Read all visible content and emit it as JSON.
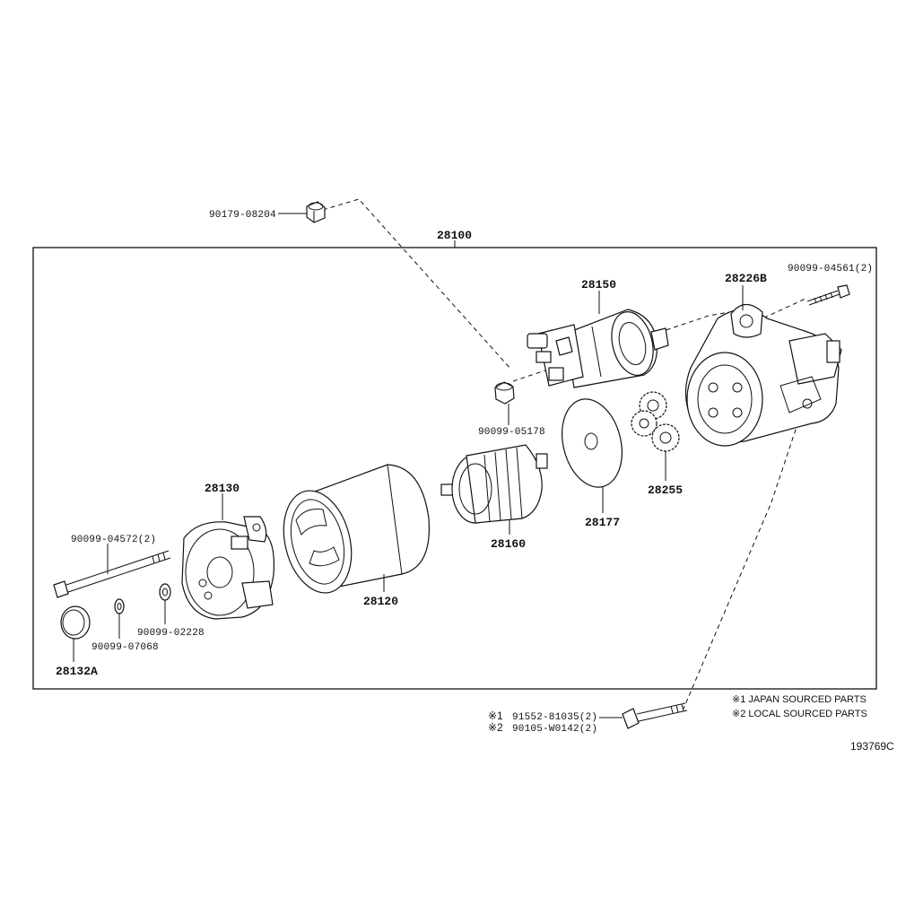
{
  "diagram": {
    "assembly_label": "28100",
    "figure_ref": "193769C",
    "parts": {
      "nut_top": "90179-08204",
      "solenoid": "28150",
      "housing": "28226B",
      "bolt_right": "90099-04561(2)",
      "nut_mid": "90099-05178",
      "gears": "28255",
      "plate": "28177",
      "armature": "28160",
      "yoke": "28120",
      "end_frame": "28130",
      "through_bolt": "90099-04572(2)",
      "washer_a": "90099-02228",
      "washer_b": "90099-07068",
      "cap": "28132A"
    },
    "bottom_bolt": {
      "line1_mark": "※1",
      "line1_part": "91552-81035(2)",
      "line2_mark": "※2",
      "line2_part": "90105-W0142(2)"
    },
    "notes": {
      "note1": "※1 JAPAN SOURCED PARTS",
      "note2": "※2 LOCAL SOURCED PARTS"
    }
  }
}
